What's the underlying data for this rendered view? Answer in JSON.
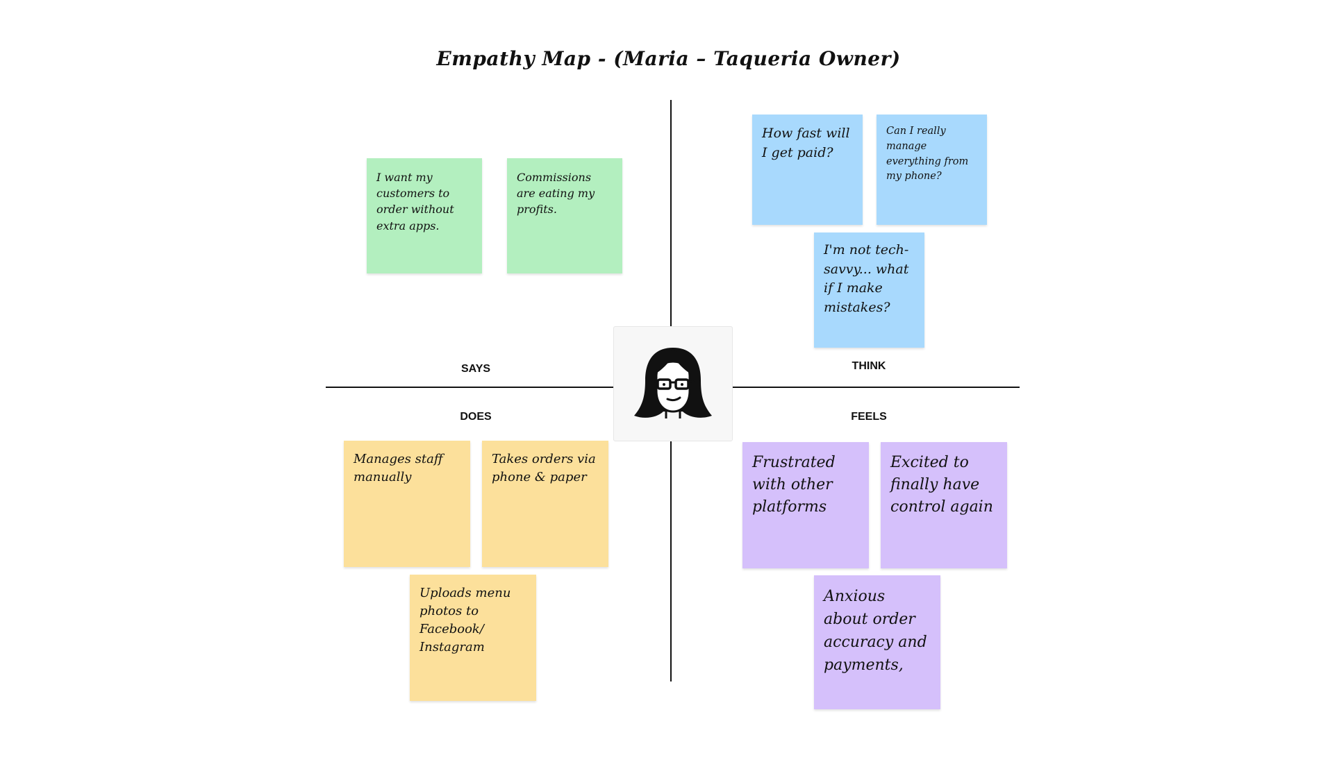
{
  "title": "Empathy Map - (Maria – Taqueria Owner)",
  "quadrants": {
    "says": {
      "label": "SAYS",
      "notes": [
        "I want my customers to order without extra apps.",
        "Commissions are eating my profits."
      ]
    },
    "think": {
      "label": "THINK",
      "notes": [
        "How fast will I get paid?",
        "Can I really manage everything from my phone?",
        "I'm not tech-savvy... what if I make mistakes?"
      ]
    },
    "does": {
      "label": "DOES",
      "notes": [
        "Manages staff manually",
        "Takes orders via phone & paper",
        "Uploads menu photos to Facebook/ Instagram"
      ]
    },
    "feels": {
      "label": "FEELS",
      "notes": [
        "Frustrated with other platforms",
        "Excited to finally have control again",
        "Anxious about order accuracy and payments,"
      ]
    }
  },
  "persona": {
    "avatar_icon": "woman-with-glasses-avatar-icon"
  },
  "colors": {
    "says": "#b3efbf",
    "think": "#a8d9fd",
    "does": "#fce09b",
    "feels": "#d5c0fb",
    "axis": "#111111"
  }
}
